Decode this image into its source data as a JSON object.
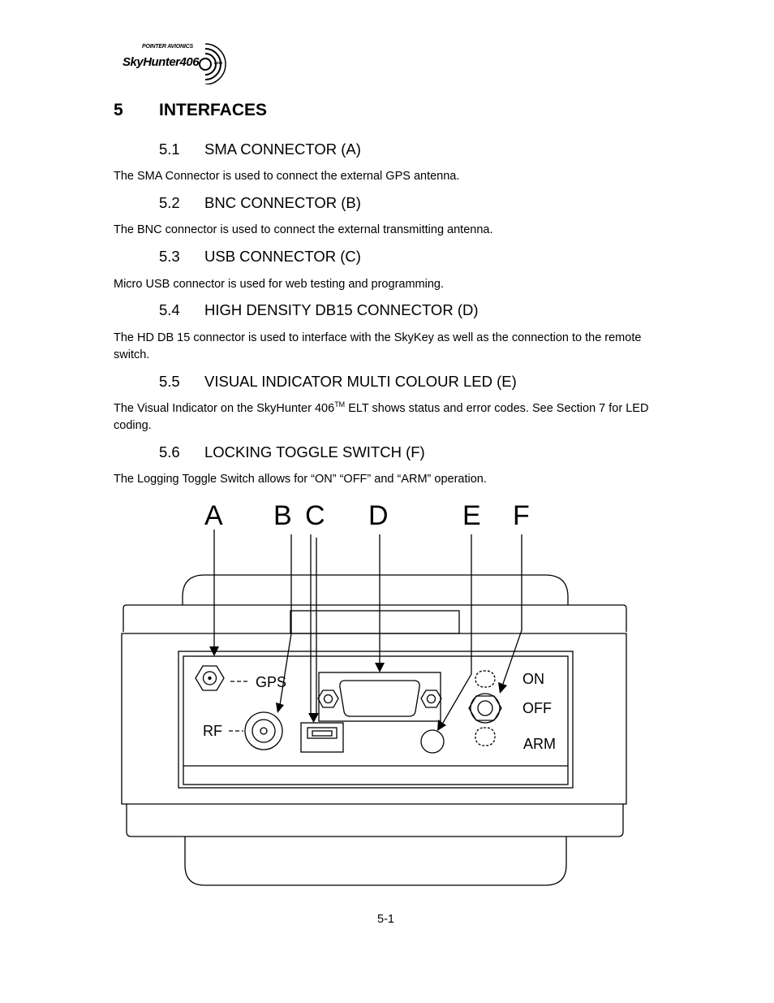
{
  "logo": {
    "brand_top": "POINTER AVIONICS",
    "brand_main": "SkyHunter406",
    "brand_suffix": "com"
  },
  "section": {
    "number": "5",
    "title": "INTERFACES"
  },
  "subsections": [
    {
      "number": "5.1",
      "title": "SMA CONNECTOR (A)",
      "text": "The SMA Connector is used to connect the external GPS antenna."
    },
    {
      "number": "5.2",
      "title": "BNC CONNECTOR (B)",
      "text": "The BNC connector is used to connect the external transmitting antenna."
    },
    {
      "number": "5.3",
      "title": "USB CONNECTOR (C)",
      "text": "Micro USB connector is used for web testing and programming."
    },
    {
      "number": "5.4",
      "title": "HIGH DENSITY DB15 CONNECTOR (D)",
      "text": "The HD DB 15 connector is used to interface with the SkyKey  as well as the connection to the remote switch."
    },
    {
      "number": "5.5",
      "title": "VISUAL INDICATOR MULTI COLOUR LED (E)",
      "text_before": "The Visual Indicator on the SkyHunter 406",
      "text_sup": "TM",
      "text_after": " ELT shows status and error codes.  See Section 7 for LED coding."
    },
    {
      "number": "5.6",
      "title": "LOCKING TOGGLE SWITCH (F)",
      "text": "The Logging Toggle Switch allows for “ON” “OFF” and “ARM” operation."
    }
  ],
  "figure": {
    "letters": [
      "A",
      "B",
      "C",
      "D",
      "E",
      "F"
    ],
    "labels": {
      "gps": "GPS",
      "rf": "RF",
      "on": "ON",
      "off": "OFF",
      "arm": "ARM"
    }
  },
  "footer": {
    "page_number": "5-1"
  }
}
